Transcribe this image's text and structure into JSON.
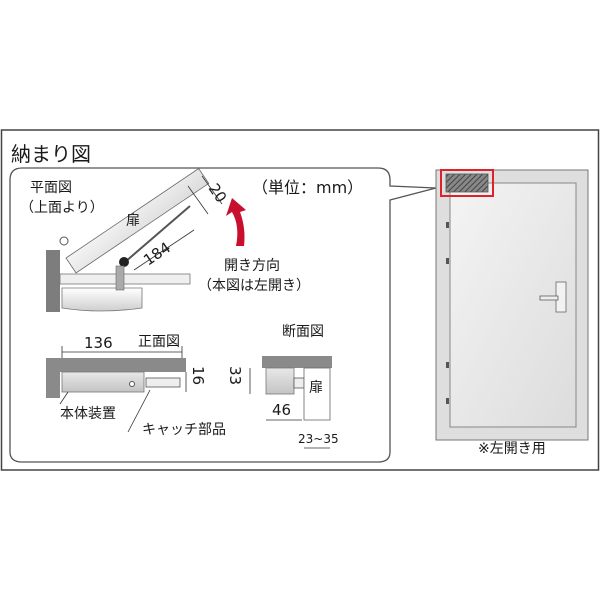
{
  "title": "納まり図",
  "unit": "（単位：mm）",
  "plan_view": {
    "title": "平面図",
    "subtitle": "（上面より）",
    "door_label": "扉",
    "dim_arm": "184",
    "dim_top": "20"
  },
  "opening": {
    "line1": "開き方向",
    "line2": "（本図は左開き）"
  },
  "front_view": {
    "title": "正面図",
    "dim_width": "136",
    "dim_height": "16",
    "label_body": "本体装置",
    "label_catch": "キャッチ部品"
  },
  "section_view": {
    "title": "断面図",
    "dim_height": "33",
    "dim_depth": "46",
    "door_label": "扉",
    "dim_thickness": "23~35"
  },
  "note": "※左開き用",
  "colors": {
    "highlight": "#e0202a",
    "arrow": "#c8102e",
    "frame": "#555555",
    "wall": "#7d7d7d"
  }
}
